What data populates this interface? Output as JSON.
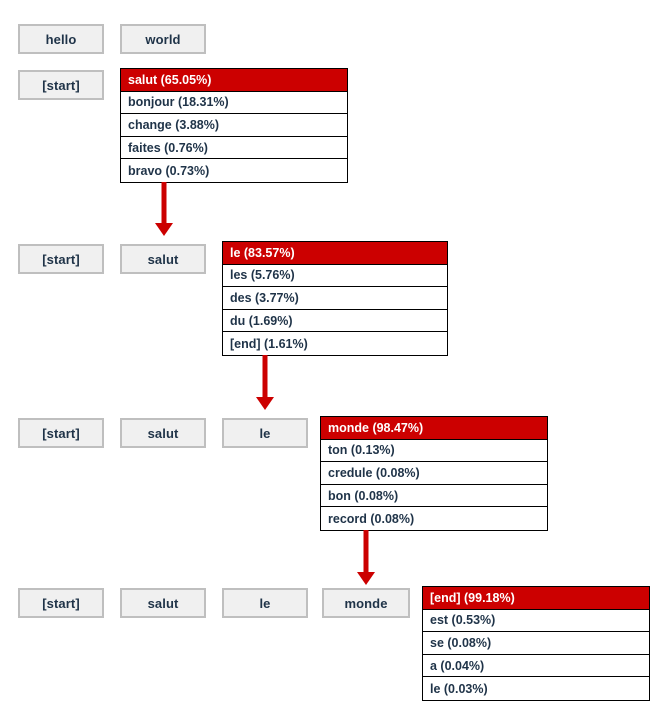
{
  "diagram": {
    "title": "autoregressive-token-prediction-trace",
    "colors": {
      "highlight_red": "#cc0000",
      "box_fill": "#f0f0f0",
      "box_border": "#bfbfbf",
      "text": "#1f3348",
      "table_border": "#000000",
      "background": "#ffffff"
    },
    "steps": [
      {
        "context": [
          {
            "label": "hello"
          },
          {
            "label": "world"
          }
        ],
        "prefix": [
          {
            "label": "[start]"
          }
        ],
        "predictions": [
          {
            "token": "salut",
            "percent": "65.05%",
            "label": "salut (65.05%)",
            "selected": true
          },
          {
            "token": "bonjour",
            "percent": "18.31%",
            "label": "bonjour (18.31%)",
            "selected": false
          },
          {
            "token": "change",
            "percent": "3.88%",
            "label": "change (3.88%)",
            "selected": false
          },
          {
            "token": "faites",
            "percent": "0.76%",
            "label": "faites (0.76%)",
            "selected": false
          },
          {
            "token": "bravo",
            "percent": "0.73%",
            "label": "bravo (0.73%)",
            "selected": false
          }
        ]
      },
      {
        "context": [],
        "prefix": [
          {
            "label": "[start]"
          },
          {
            "label": "salut"
          }
        ],
        "predictions": [
          {
            "token": "le",
            "percent": "83.57%",
            "label": "le (83.57%)",
            "selected": true
          },
          {
            "token": "les",
            "percent": "5.76%",
            "label": "les (5.76%)",
            "selected": false
          },
          {
            "token": "des",
            "percent": "3.77%",
            "label": "des (3.77%)",
            "selected": false
          },
          {
            "token": "du",
            "percent": "1.69%",
            "label": "du (1.69%)",
            "selected": false
          },
          {
            "token": "[end]",
            "percent": "1.61%",
            "label": "[end] (1.61%)",
            "selected": false
          }
        ]
      },
      {
        "context": [],
        "prefix": [
          {
            "label": "[start]"
          },
          {
            "label": "salut"
          },
          {
            "label": "le"
          }
        ],
        "predictions": [
          {
            "token": "monde",
            "percent": "98.47%",
            "label": "monde (98.47%)",
            "selected": true
          },
          {
            "token": "ton",
            "percent": "0.13%",
            "label": "ton (0.13%)",
            "selected": false
          },
          {
            "token": "credule",
            "percent": "0.08%",
            "label": "credule (0.08%)",
            "selected": false
          },
          {
            "token": "bon",
            "percent": "0.08%",
            "label": "bon (0.08%)",
            "selected": false
          },
          {
            "token": "record",
            "percent": "0.08%",
            "label": "record (0.08%)",
            "selected": false
          }
        ]
      },
      {
        "context": [],
        "prefix": [
          {
            "label": "[start]"
          },
          {
            "label": "salut"
          },
          {
            "label": "le"
          },
          {
            "label": "monde"
          }
        ],
        "predictions": [
          {
            "token": "[end]",
            "percent": "99.18%",
            "label": "[end] (99.18%)",
            "selected": true
          },
          {
            "token": "est",
            "percent": "0.53%",
            "label": "est (0.53%)",
            "selected": false
          },
          {
            "token": "se",
            "percent": "0.08%",
            "label": "se (0.08%)",
            "selected": false
          },
          {
            "token": "a",
            "percent": "0.04%",
            "label": "a (0.04%)",
            "selected": false
          },
          {
            "token": "le",
            "percent": "0.03%",
            "label": "le (0.03%)",
            "selected": false
          }
        ]
      }
    ],
    "arrows": [
      {
        "name": "arrow-step1-to-step2"
      },
      {
        "name": "arrow-step2-to-step3"
      },
      {
        "name": "arrow-step3-to-step4"
      }
    ]
  }
}
